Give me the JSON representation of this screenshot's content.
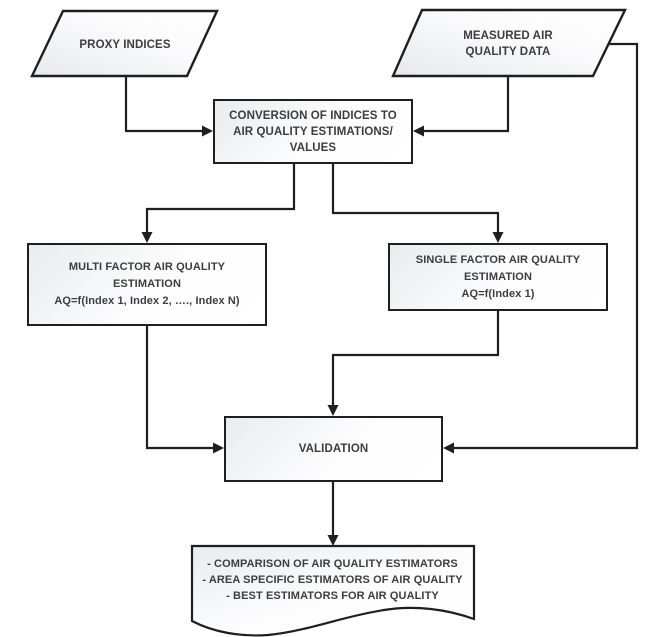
{
  "diagram": {
    "type": "flowchart",
    "colors": {
      "background": "#ffffff",
      "stroke": "#1f1f1f",
      "text": "#3d3d3d",
      "fill_light": "#e9ebef",
      "fill_white": "#ffffff"
    },
    "nodes": {
      "proxy": {
        "shape": "parallelogram",
        "lines": [
          "PROXY INDICES"
        ]
      },
      "measured": {
        "shape": "parallelogram",
        "lines": [
          "MEASURED AIR",
          "QUALITY DATA"
        ]
      },
      "conversion": {
        "shape": "rectangle",
        "lines": [
          "CONVERSION OF INDICES TO",
          "AIR QUALITY ESTIMATIONS/",
          "VALUES"
        ]
      },
      "multi_factor": {
        "shape": "rectangle",
        "lines": [
          "MULTI FACTOR AIR QUALITY",
          "ESTIMATION",
          "AQ=f(Index 1, Index 2, …., Index N)"
        ]
      },
      "single_factor": {
        "shape": "rectangle",
        "lines": [
          "SINGLE FACTOR AIR QUALITY",
          "ESTIMATION",
          "AQ=f(Index 1)"
        ]
      },
      "validation": {
        "shape": "rectangle",
        "lines": [
          "VALIDATION"
        ]
      },
      "outputs": {
        "shape": "document",
        "lines": [
          "- COMPARISON OF AIR QUALITY ESTIMATORS",
          "- AREA SPECIFIC ESTIMATORS OF AIR QUALITY",
          "- BEST ESTIMATORS FOR AIR QUALITY"
        ]
      }
    },
    "edges": [
      "proxy -> conversion",
      "measured -> conversion",
      "measured -> validation",
      "conversion -> multi_factor",
      "conversion -> single_factor",
      "multi_factor -> validation",
      "single_factor -> validation",
      "validation -> outputs"
    ]
  }
}
